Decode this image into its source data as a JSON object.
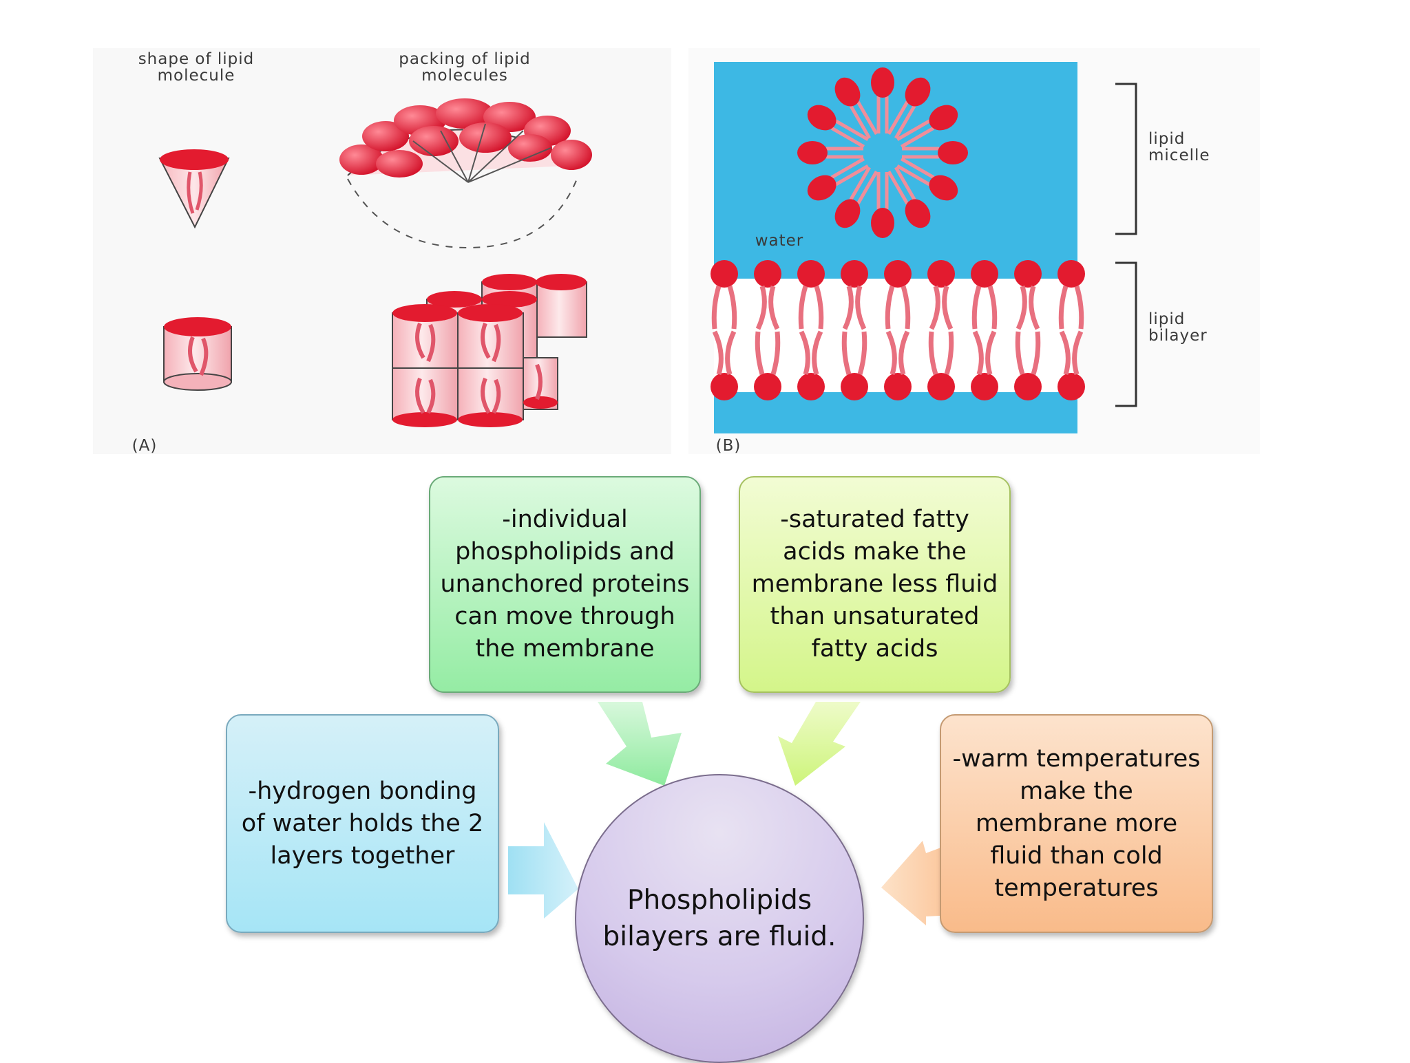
{
  "figure": {
    "panel_a": {
      "label": "(A)",
      "col1_header": "shape of lipid\nmolecule",
      "col2_header": "packing of lipid\nmolecules"
    },
    "panel_b": {
      "label": "(B)",
      "water_label": "water",
      "micelle_label": "lipid\nmicelle",
      "bilayer_label": "lipid\nbilayer"
    }
  },
  "concept_map": {
    "center": "Phospholipids bilayers are fluid.",
    "box_top_left": "-individual phospholipids and unanchored proteins can move through the membrane",
    "box_top_right": "-saturated fatty acids make the membrane less fluid than unsaturated fatty acids",
    "box_left": "-hydrogen bonding of water holds the 2 layers together",
    "box_right": "-warm temperatures make the membrane more fluid than cold temperatures"
  },
  "colors": {
    "lipid_red": "#e31b2f",
    "water_blue": "#3db8e4",
    "box_green": "#a6f0b0",
    "box_lime": "#dcf79c",
    "box_blue": "#aee4f4",
    "box_orange": "#fbc89a",
    "circle_purple": "#d6caec"
  }
}
